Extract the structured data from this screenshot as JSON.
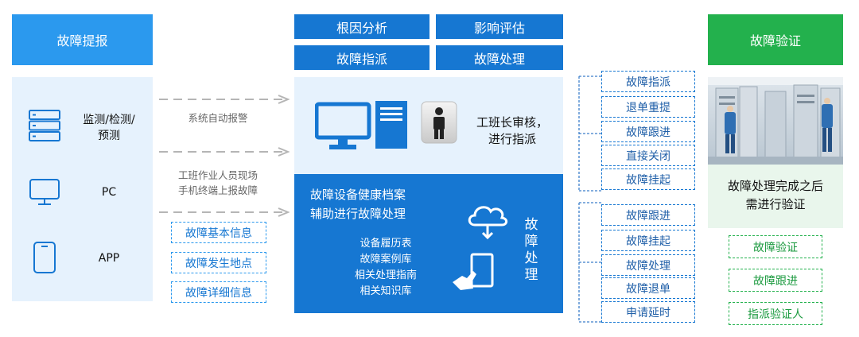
{
  "left": {
    "header": "故障提报",
    "sources": [
      {
        "icon": "server-stack-icon",
        "label": "监测/检测/\n预测"
      },
      {
        "icon": "monitor-icon",
        "label": "PC"
      },
      {
        "icon": "smartphone-icon",
        "label": "APP"
      }
    ]
  },
  "arrows": {
    "auto_alarm": "系统自动报警",
    "manual_report": "工班作业人员现场\n手机终端上报故障",
    "info_boxes": [
      "故障基本信息",
      "故障发生地点",
      "故障详细信息"
    ]
  },
  "center": {
    "top_tabs": [
      "根因分析",
      "影响评估",
      "故障指派",
      "故障处理"
    ],
    "review_text": "工班长审核，\n进行指派",
    "archive_title": "故障设备健康档案\n辅助进行故障处理",
    "resources": [
      "设备履历表",
      "故障案例库",
      "相关处理指南",
      "相关知识库"
    ],
    "vertical_label": "故障处理"
  },
  "right_actions": {
    "group1": [
      "故障指派",
      "退单重提",
      "故障跟进",
      "直接关闭",
      "故障挂起"
    ],
    "group2": [
      "故障跟进",
      "故障挂起",
      "故障处理",
      "故障退单",
      "申请延时"
    ]
  },
  "verify": {
    "header": "故障验证",
    "caption": "故障处理完成之后\n需进行验证",
    "options": [
      "故障验证",
      "故障跟进",
      "指派验证人"
    ]
  },
  "colors": {
    "primary_blue": "#1677d2",
    "light_blue": "#2b99ee",
    "panel_bg": "#e6f2fd",
    "green": "#23b14d"
  }
}
